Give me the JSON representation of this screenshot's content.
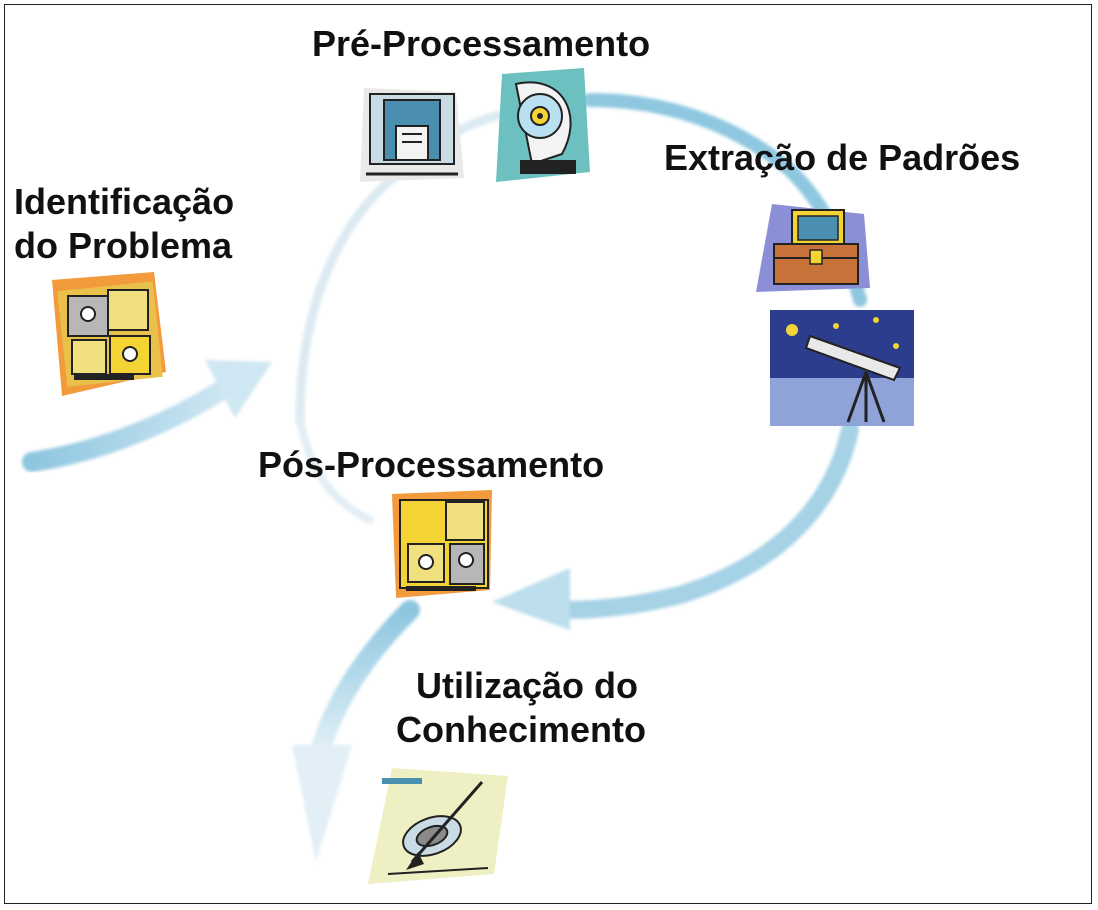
{
  "steps": {
    "identificacao": {
      "line1": "Identificação",
      "line2": "do Problema"
    },
    "pre": {
      "label": "Pré-Processamento"
    },
    "extracao": {
      "label": "Extração de Padrões"
    },
    "pos": {
      "label": "Pós-Processamento"
    },
    "utilizacao": {
      "line1": "Utilização do",
      "line2": "Conhecimento"
    }
  },
  "colors": {
    "arrow": "#9fcde3",
    "text": "#111111",
    "frame": "#222222"
  }
}
